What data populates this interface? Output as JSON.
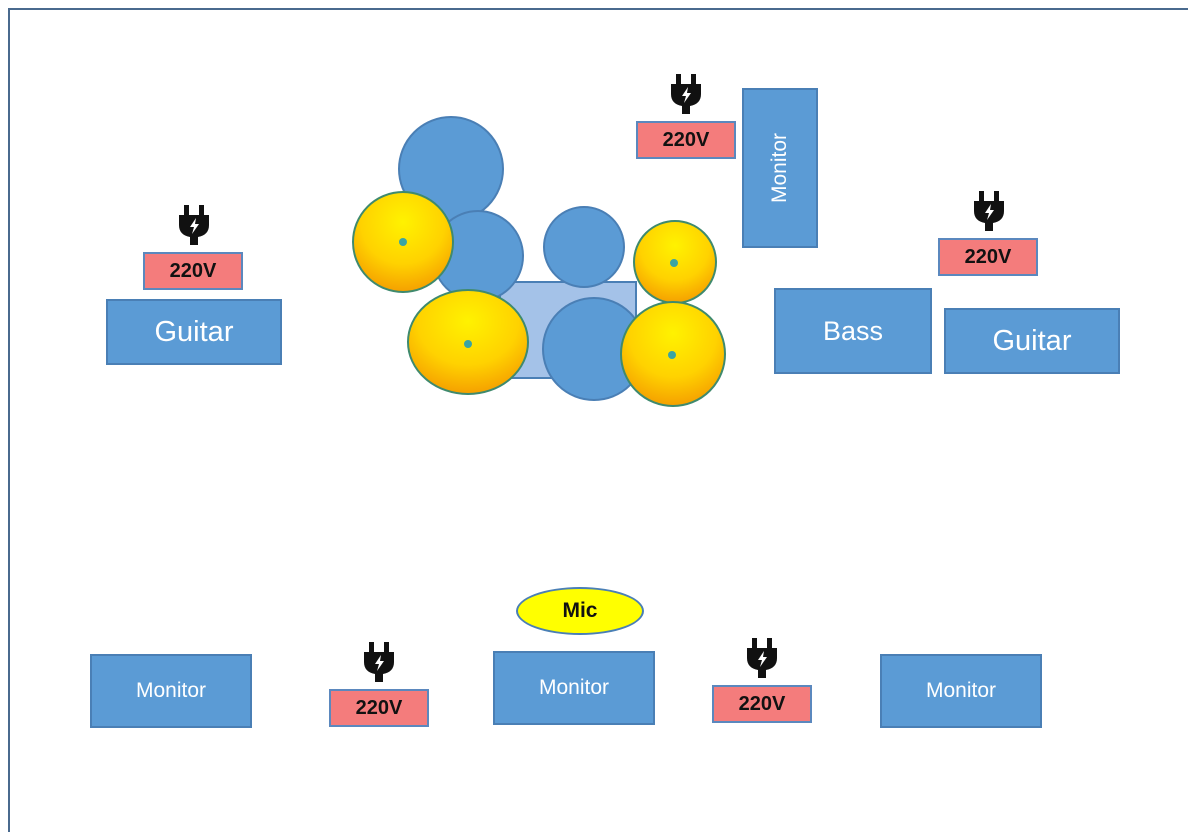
{
  "labels": {
    "guitar_left": "Guitar",
    "guitar_right": "Guitar",
    "bass": "Bass",
    "monitor_top": "Monitor",
    "monitor_bottom_left": "Monitor",
    "monitor_bottom_center": "Monitor",
    "monitor_bottom_right": "Monitor",
    "mic": "Mic"
  },
  "power": {
    "outlet_1": "220V",
    "outlet_2": "220V",
    "outlet_3": "220V",
    "outlet_4": "220V",
    "outlet_5": "220V"
  },
  "icons": {
    "plug": "power-plug-icon",
    "drum": "drum-icon",
    "cymbal": "cymbal-icon"
  },
  "colors": {
    "box_fill": "#5b9bd5",
    "box_border": "#4a7fb5",
    "outlet_fill": "#f47c7c",
    "mic_fill": "#ffff00",
    "cymbal_center": "#ffe000",
    "cymbal_edge": "#f5a800",
    "drum_fill": "#5b9bd5",
    "drum_riser": "#a4c2e8"
  }
}
